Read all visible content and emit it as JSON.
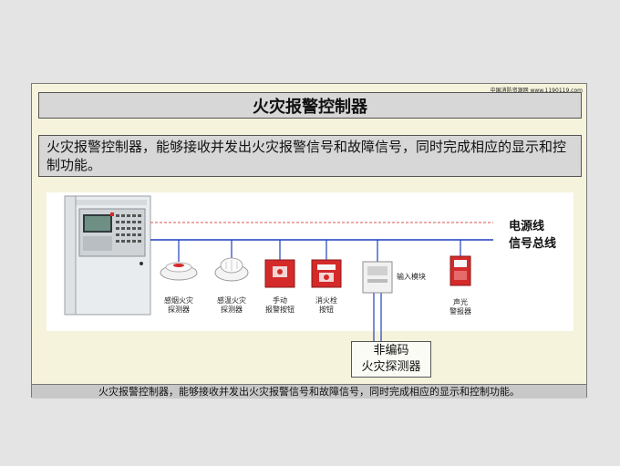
{
  "source_label": "中国消防资源网 www.1190119.com",
  "title": "火灾报警控制器",
  "description": "火灾报警控制器，能够接收并发出火灾报警信号和故障信号，同时完成相应的显示和控制功能。",
  "caption": "火灾报警控制器，能够接收并发出火灾报警信号和故障信号，同时完成相应的显示和控制功能。",
  "lines": {
    "power_line": "电源线",
    "signal_bus": "信号总线"
  },
  "devices": {
    "smoke_detector": [
      "感烟火灾",
      "探测器"
    ],
    "heat_detector": [
      "感温火灾",
      "探测器"
    ],
    "manual_button": [
      "手动",
      "报警按钮"
    ],
    "hydrant_button": [
      "消火栓",
      "按钮"
    ],
    "input_module": "输入模块",
    "sound_light_alarm": [
      "声光",
      "警报器"
    ],
    "non_coded_detector": [
      "非编码",
      "火灾探测器"
    ]
  },
  "colors": {
    "power_line": "#d9534f",
    "signal_bus": "#1f3fbf",
    "device_red": "#d42a2a",
    "panel_bg": "#f6f3dc"
  }
}
